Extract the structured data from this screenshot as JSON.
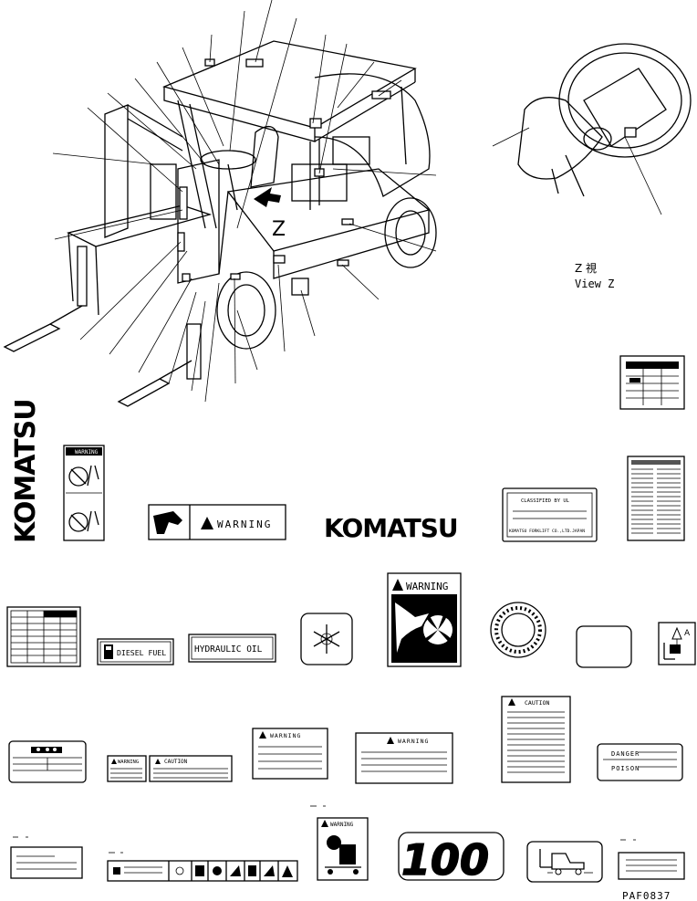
{
  "view_callout": {
    "z_marker": "Z",
    "caption_line1": "Z 視",
    "caption_line2": "View Z"
  },
  "labels": {
    "warning": "WARNING",
    "caution": "CAUTION",
    "danger": "DANGER",
    "poison": "POISON",
    "diesel_fuel": "DIESEL FUEL",
    "hydraulic_oil": "HYDRAULIC OIL",
    "brand": "KOMATSU",
    "brand_display": "KOMATSU",
    "model_number": "100",
    "plate_line1": "CLASSIFIED BY UL",
    "plate_line2": "KOMATSU FORKLIFT CO.,LTD.JAPAN",
    "figure_id": "PAF0837"
  },
  "icons": [
    "warning-triangle-icon",
    "hand-crush-icon",
    "fan-hazard-icon",
    "snowflake-icon",
    "fuel-pump-icon",
    "forklift-tip-icon",
    "operator-seat-icon"
  ]
}
